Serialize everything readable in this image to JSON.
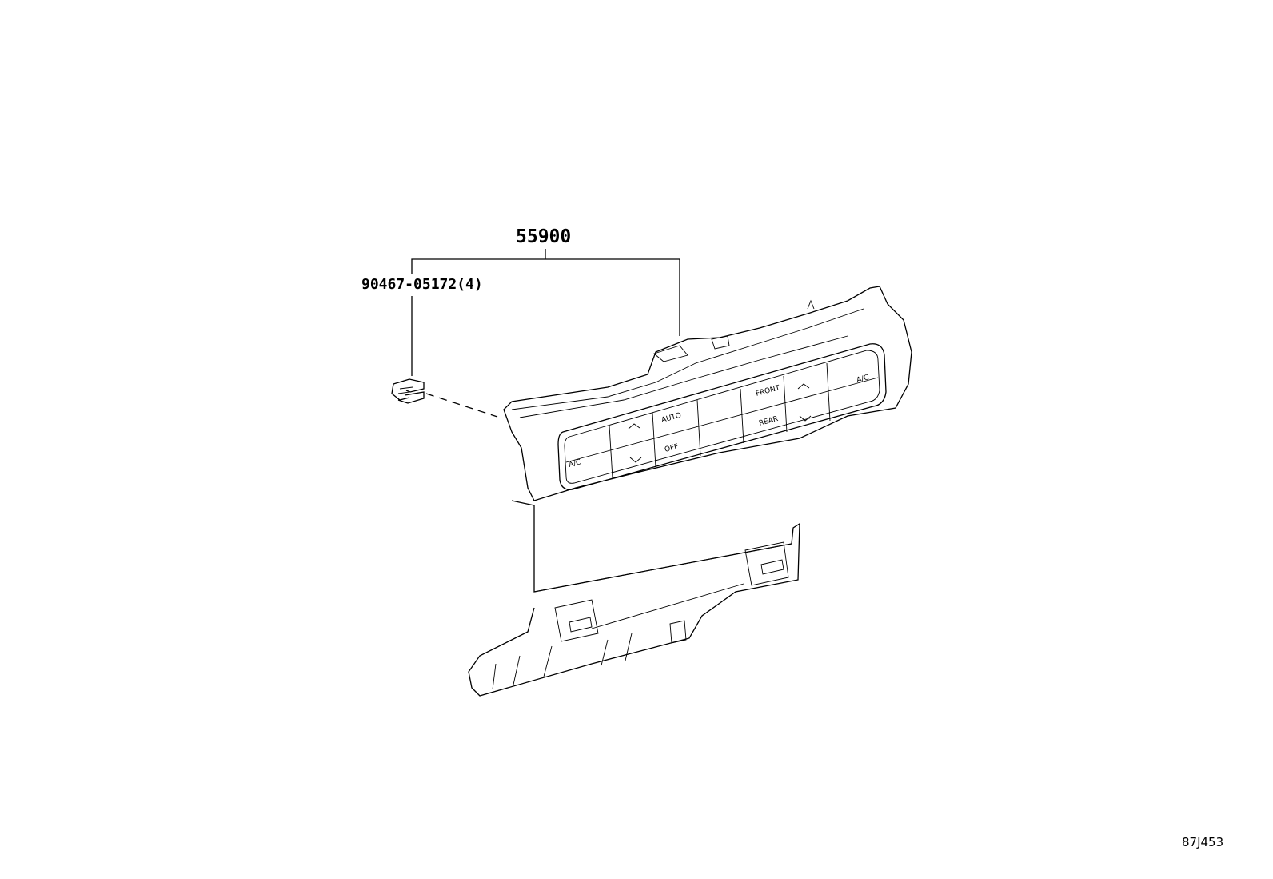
{
  "diagram": {
    "type": "parts-catalog-exploded-view",
    "subject": "air conditioner control panel assembly",
    "illustration_id": "87J453"
  },
  "callouts": [
    {
      "id": "main_part",
      "label": "55900"
    },
    {
      "id": "screw",
      "label": "90467-05172(4)"
    }
  ],
  "panel": {
    "buttons_top_row": [
      {
        "label": "",
        "icon": "seat-heater-left-icon"
      },
      {
        "label": "",
        "icon": "temp-up-left-icon"
      },
      {
        "label": "AUTO",
        "icon": "fan-icon"
      },
      {
        "label": "",
        "icon": "recirculation-icon"
      },
      {
        "label": "FRONT",
        "icon": "front-defrost-icon"
      },
      {
        "label": "",
        "icon": "temp-up-right-icon"
      },
      {
        "label": "",
        "icon": "seat-heater-right-icon"
      }
    ],
    "buttons_bottom_row": [
      {
        "label": "",
        "icon": "seat-vent-left-icon"
      },
      {
        "label": "",
        "icon": "temp-down-left-icon"
      },
      {
        "label": "OFF",
        "icon": "fan-off-icon"
      },
      {
        "label": "",
        "icon": "fan-speed-icon"
      },
      {
        "label": "REAR",
        "icon": "rear-defrost-icon"
      },
      {
        "label": "",
        "icon": "temp-down-right-icon"
      },
      {
        "label": "",
        "icon": "seat-vent-right-icon"
      }
    ],
    "side_labels": {
      "left": "A/C",
      "right": "A/C"
    }
  }
}
